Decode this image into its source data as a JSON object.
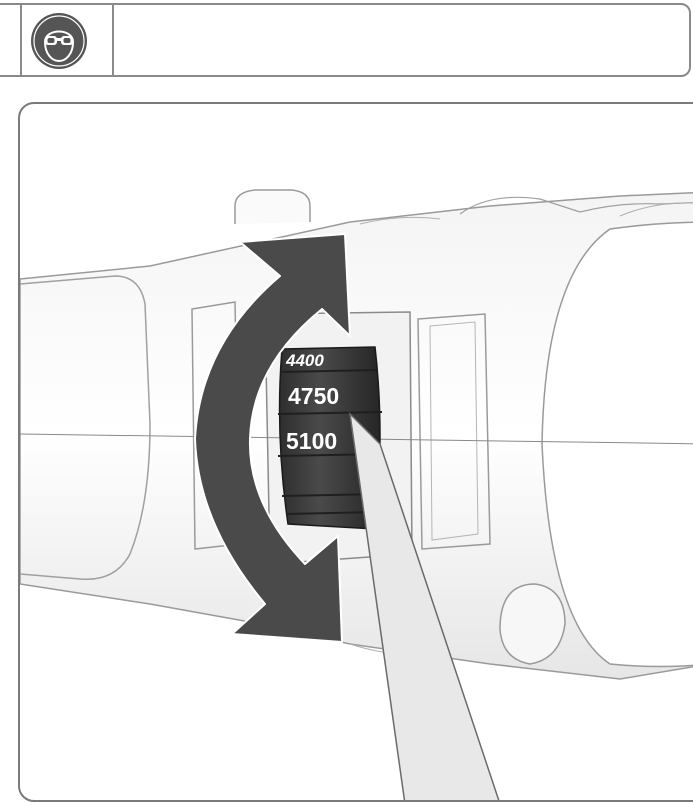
{
  "header": {
    "ppe_icon": "eye-protection-icon"
  },
  "illustration": {
    "dial_values": [
      "4400",
      "4750",
      "5100"
    ],
    "rotation_arrow": "rotate-both-directions-icon",
    "colors": {
      "arrow": "#4a4a4a",
      "dial": "#3c3c3c",
      "frame": "#7a7a7a"
    }
  }
}
